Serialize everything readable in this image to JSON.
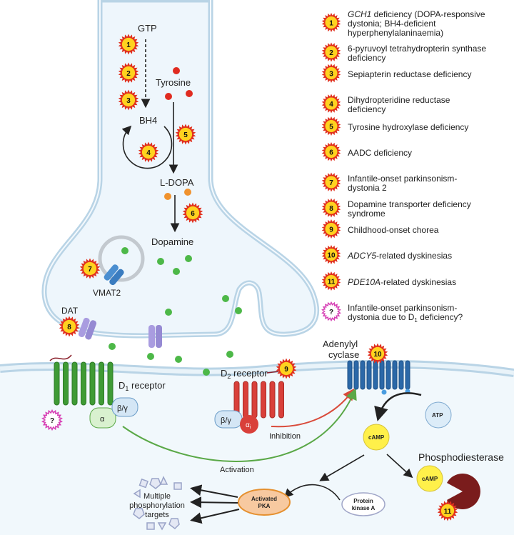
{
  "colors": {
    "badge_outer": "#e0301e",
    "badge_inner": "#ffd21f",
    "unknown_badge": "#d63fb4",
    "d1_receptor": "#3f9b35",
    "d2_receptor": "#d9403a",
    "adenylyl_cyclase": "#2b68a8",
    "dat": "#a99ce0",
    "vmat2": "#4a8ed0",
    "dopamine": "#4db848",
    "tyrosine": "#e02b20",
    "ldopa": "#f0922e",
    "camp": "#fff04a",
    "pde": "#7a1c1c",
    "pka": "#f7c9a0",
    "activation": "#5aa847",
    "inhibition": "#d94a3a"
  },
  "presynaptic": {
    "gtp": "GTP",
    "tyrosine": "Tyrosine",
    "bh4": "BH4",
    "ldopa": "L-DOPA",
    "dopamine": "Dopamine",
    "vmat2": "VMAT2",
    "dat": "DAT"
  },
  "postsynaptic": {
    "d1": "D",
    "d1_sub": "1",
    "d1_rest": " receptor",
    "d2": "D",
    "d2_sub": "2",
    "d2_rest": " receptor",
    "alpha": "α",
    "beta_gamma": "β/γ",
    "alpha_i": "α",
    "alpha_i_sub": "i",
    "beta_gamma2": "β/γ",
    "adenylyl": "Adenylyl",
    "cyclase": "cyclase",
    "atp": "ATP",
    "camp": "cAMP",
    "camp2": "cAMP",
    "phosphodiesterase": "Phosphodiesterase",
    "inhibition": "Inhibition",
    "activation": "Activation",
    "pka1": "Activated",
    "pka2": "PKA",
    "pk1": "Protein",
    "pk2": "kinase A",
    "targets1": "Multiple",
    "targets2": "phosphorylation",
    "targets3": "targets"
  },
  "badges": {
    "b1": "1",
    "b2": "2",
    "b3": "3",
    "b4": "4",
    "b5": "5",
    "b6": "6",
    "b7": "7",
    "b8": "8",
    "b9": "9",
    "b10": "10",
    "b11": "11",
    "unknown": "?"
  },
  "legend": [
    {
      "num": "1",
      "italic": "GCH1",
      "lines": [
        " deficiency (DOPA-responsive",
        "dystonia; BH4-deficient",
        "hyperphenylalaninaemia)"
      ]
    },
    {
      "num": "2",
      "lines": [
        "6-pyruvoyl tetrahydropterin synthase",
        "deficiency"
      ]
    },
    {
      "num": "3",
      "lines": [
        "Sepiapterin reductase deficiency"
      ]
    },
    {
      "num": "4",
      "lines": [
        "Dihydropteridine reductase",
        "deficiency"
      ]
    },
    {
      "num": "5",
      "lines": [
        "Tyrosine hydroxylase deficiency"
      ]
    },
    {
      "num": "6",
      "lines": [
        "AADC deficiency"
      ]
    },
    {
      "num": "7",
      "lines": [
        "Infantile-onset parkinsonism-",
        "dystonia 2"
      ]
    },
    {
      "num": "8",
      "lines": [
        "Dopamine transporter deficiency",
        "syndrome"
      ]
    },
    {
      "num": "9",
      "lines": [
        "Childhood-onset chorea"
      ]
    },
    {
      "num": "10",
      "italic": "ADCY5",
      "lines": [
        "-related dyskinesias"
      ]
    },
    {
      "num": "11",
      "italic": "PDE10A",
      "lines": [
        "-related dyskinesias"
      ]
    },
    {
      "num": "?",
      "lines": [
        "Infantile-onset parkinsonism-",
        "dystonia due to D"
      ],
      "sub": "1",
      "tail": " deficiency?"
    }
  ]
}
